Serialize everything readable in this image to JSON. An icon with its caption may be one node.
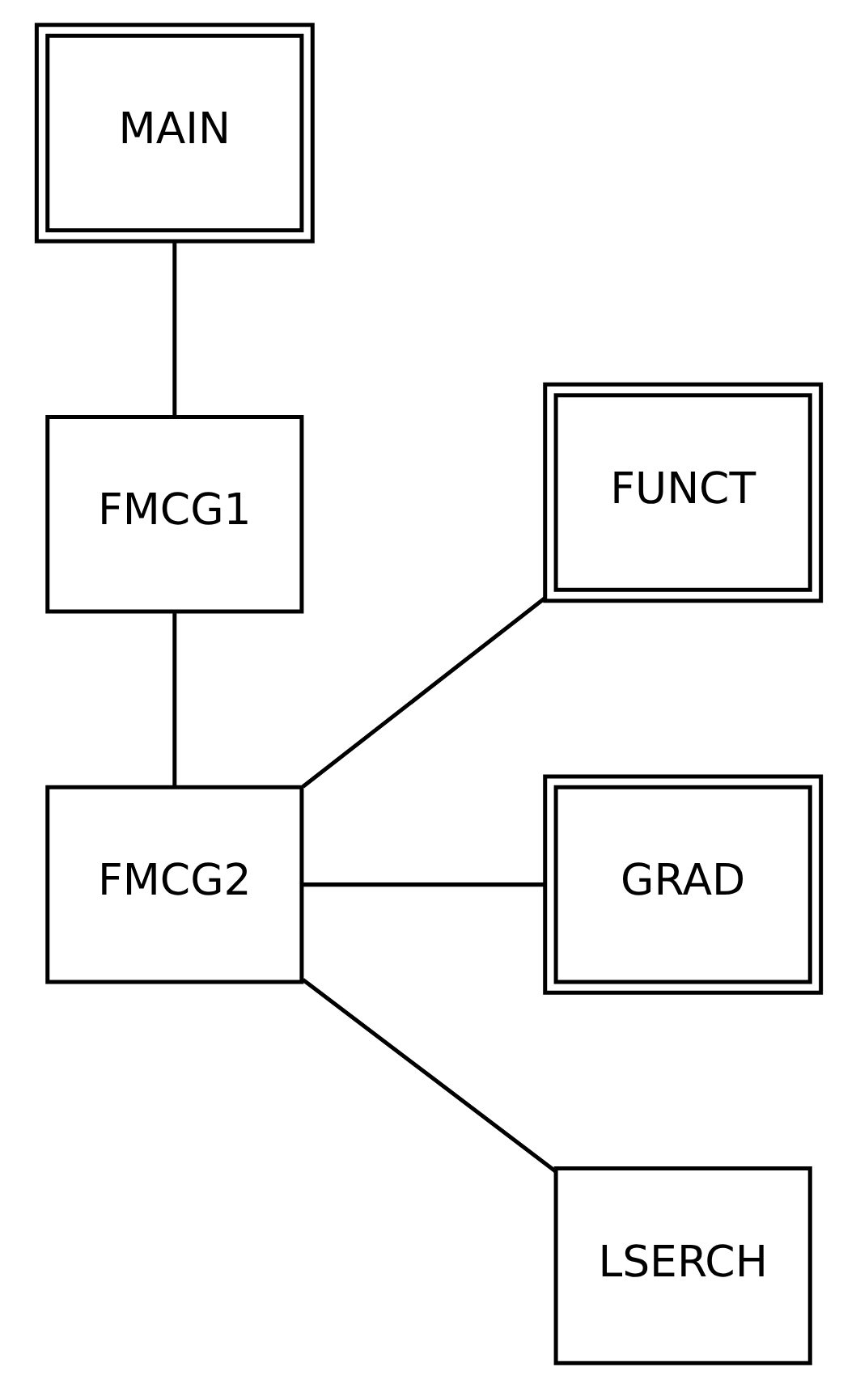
{
  "diagram": {
    "nodes": [
      {
        "text": [
          "MAIN"
        ]
      },
      {
        "text": [
          "FMCG1"
        ]
      },
      {
        "text": [
          "FMCG2"
        ]
      },
      {
        "text": [
          "FUNCT"
        ]
      },
      {
        "text": [
          "GRAD"
        ]
      },
      {
        "text": [
          "LSERCH"
        ]
      }
    ],
    "edges": [
      {
        "from": 0,
        "to": 1,
        "arrow": "none"
      },
      {
        "from": 1,
        "to": 2,
        "arrow": "none"
      },
      {
        "from": 2,
        "to": 3,
        "arrow": "none"
      },
      {
        "from": 2,
        "to": 4,
        "arrow": "none"
      },
      {
        "from": 2,
        "to": 5,
        "arrow": "none"
      }
    ]
  }
}
